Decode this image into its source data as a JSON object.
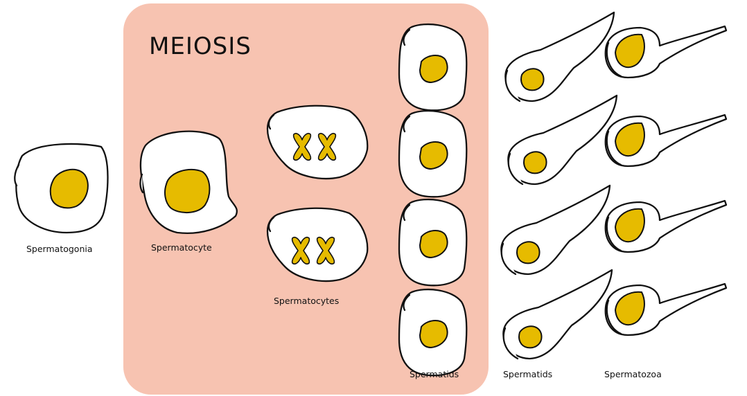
{
  "meiosis_title": "MEIOSIS",
  "labels": {
    "spermatogonia": "Spermatogonia",
    "spermatocyte": "Spermatocyte",
    "spermatocytes": "Spermatocytes",
    "spermatids_inner": "Spermatids",
    "spermatids_outer": "Spermatids",
    "spermatozoa": "Spermatozoa"
  },
  "colors": {
    "meiosis_box": "#f7c3b1",
    "nucleus": "#e6bb00",
    "outline": "#111111"
  }
}
